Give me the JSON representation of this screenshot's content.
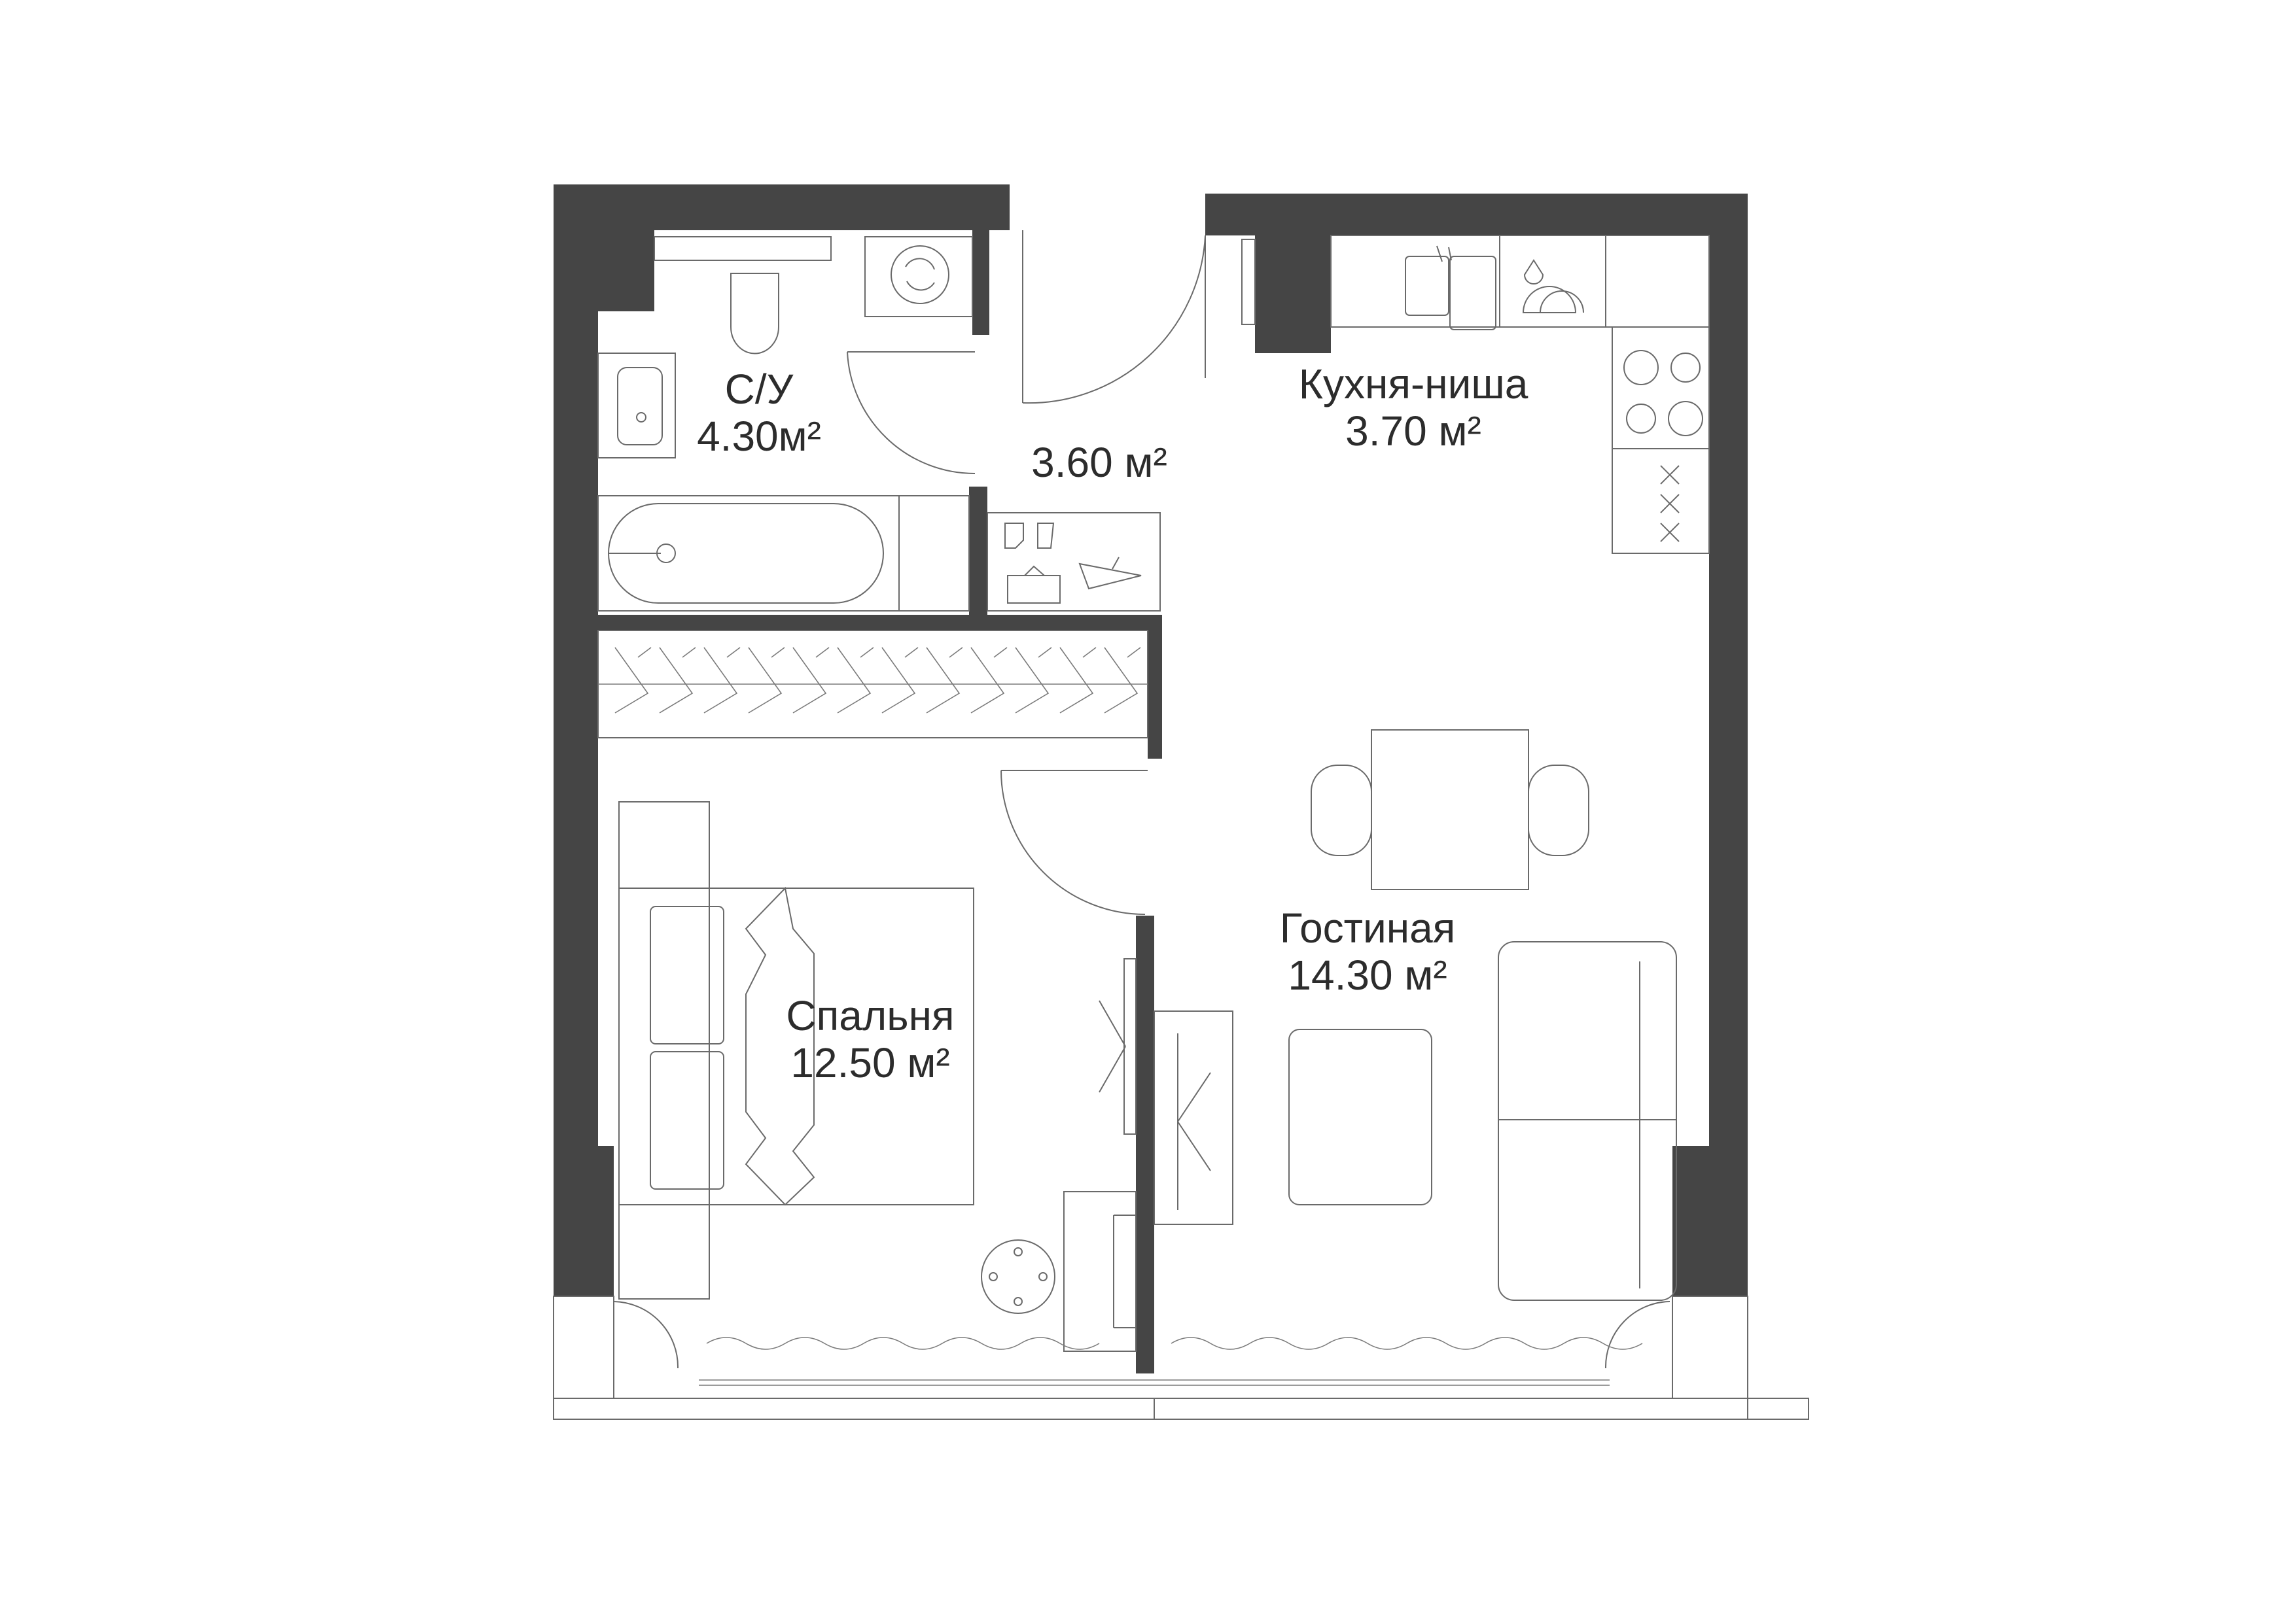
{
  "rooms": {
    "bathroom": {
      "name": "С/У",
      "area": "4.30м²"
    },
    "hall": {
      "area": "3.60 м²"
    },
    "kitchen": {
      "name": "Кухня-ниша",
      "area": "3.70 м²"
    },
    "living": {
      "name": "Гостиная",
      "area": "14.30 м²"
    },
    "bedroom": {
      "name": "Спальня",
      "area": "12.50 м²"
    }
  },
  "colors": {
    "wall": "#454545",
    "line": "#6a6a6a",
    "background": "#ffffff"
  }
}
